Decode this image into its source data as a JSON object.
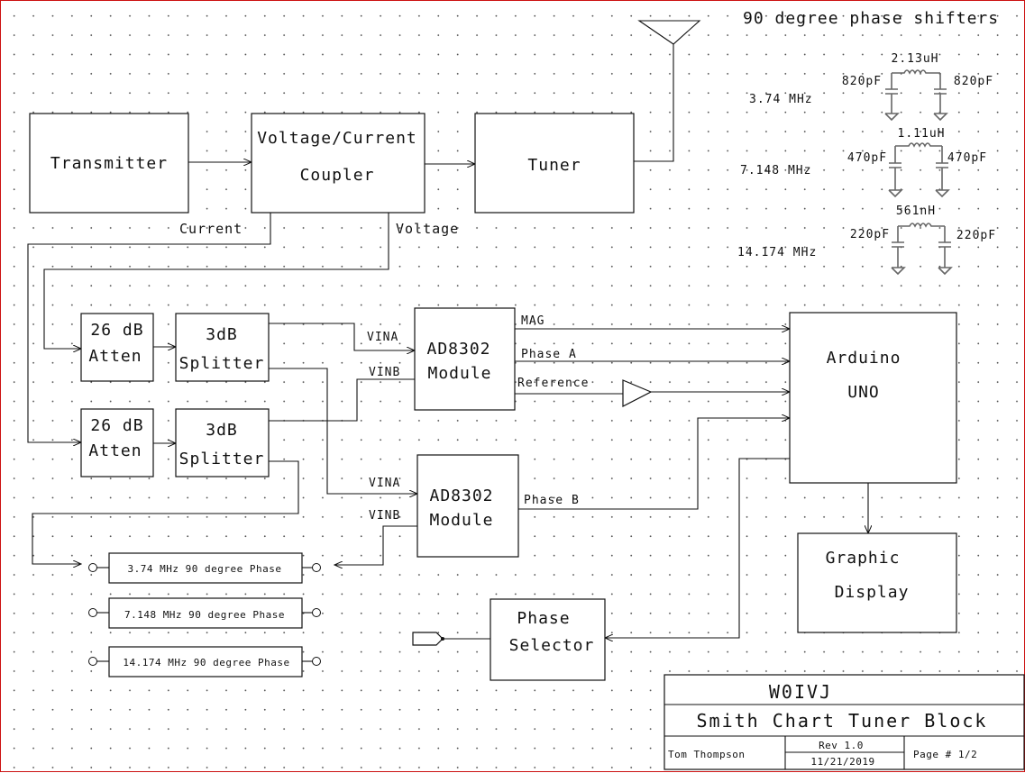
{
  "header": {
    "phase_shifters_title": "90 degree phase shifters"
  },
  "blocks": {
    "transmitter": "Transmitter",
    "coupler_line1": "Voltage/Current",
    "coupler_line2": "Coupler",
    "tuner": "Tuner",
    "atten1_line1": "26 dB",
    "atten1_line2": "Atten",
    "atten2_line1": "26 dB",
    "atten2_line2": "Atten",
    "splitter1_line1": "3dB",
    "splitter1_line2": "Splitter",
    "splitter2_line1": "3dB",
    "splitter2_line2": "Splitter",
    "ad8302a_line1": "AD8302",
    "ad8302a_line2": "Module",
    "ad8302b_line1": "AD8302",
    "ad8302b_line2": "Module",
    "arduino_line1": "Arduino",
    "arduino_line2": "UNO",
    "display_line1": "Graphic",
    "display_line2": "Display",
    "selector_line1": "Phase",
    "selector_line2": "Selector"
  },
  "signals": {
    "current": "Current",
    "voltage": "Voltage",
    "vina1": "VINA",
    "vinb1": "VINB",
    "vina2": "VINA",
    "vinb2": "VINB",
    "mag": "MAG",
    "phase_a": "Phase A",
    "reference": "Reference",
    "phase_b": "Phase B"
  },
  "phase_shifters": [
    {
      "freq": "3.74 MHz",
      "inductor": "2.13uH",
      "cap_left": "820pF",
      "cap_right": "820pF"
    },
    {
      "freq": "7.148 MHz",
      "inductor": "1.11uH",
      "cap_left": "470pF",
      "cap_right": "470pF"
    },
    {
      "freq": "14.174 MHz",
      "inductor": "561nH",
      "cap_left": "220pF",
      "cap_right": "220pF"
    }
  ],
  "phase_blocks": [
    "3.74 MHz 90 degree Phase",
    "7.148 MHz 90 degree Phase",
    "14.174 MHz 90 degree Phase"
  ],
  "title_block": {
    "callsign": "W0IVJ",
    "title": "Smith Chart Tuner Block",
    "author": "Tom Thompson",
    "rev": "Rev 1.0",
    "date": "11/21/2019",
    "page": "Page # 1/2"
  }
}
